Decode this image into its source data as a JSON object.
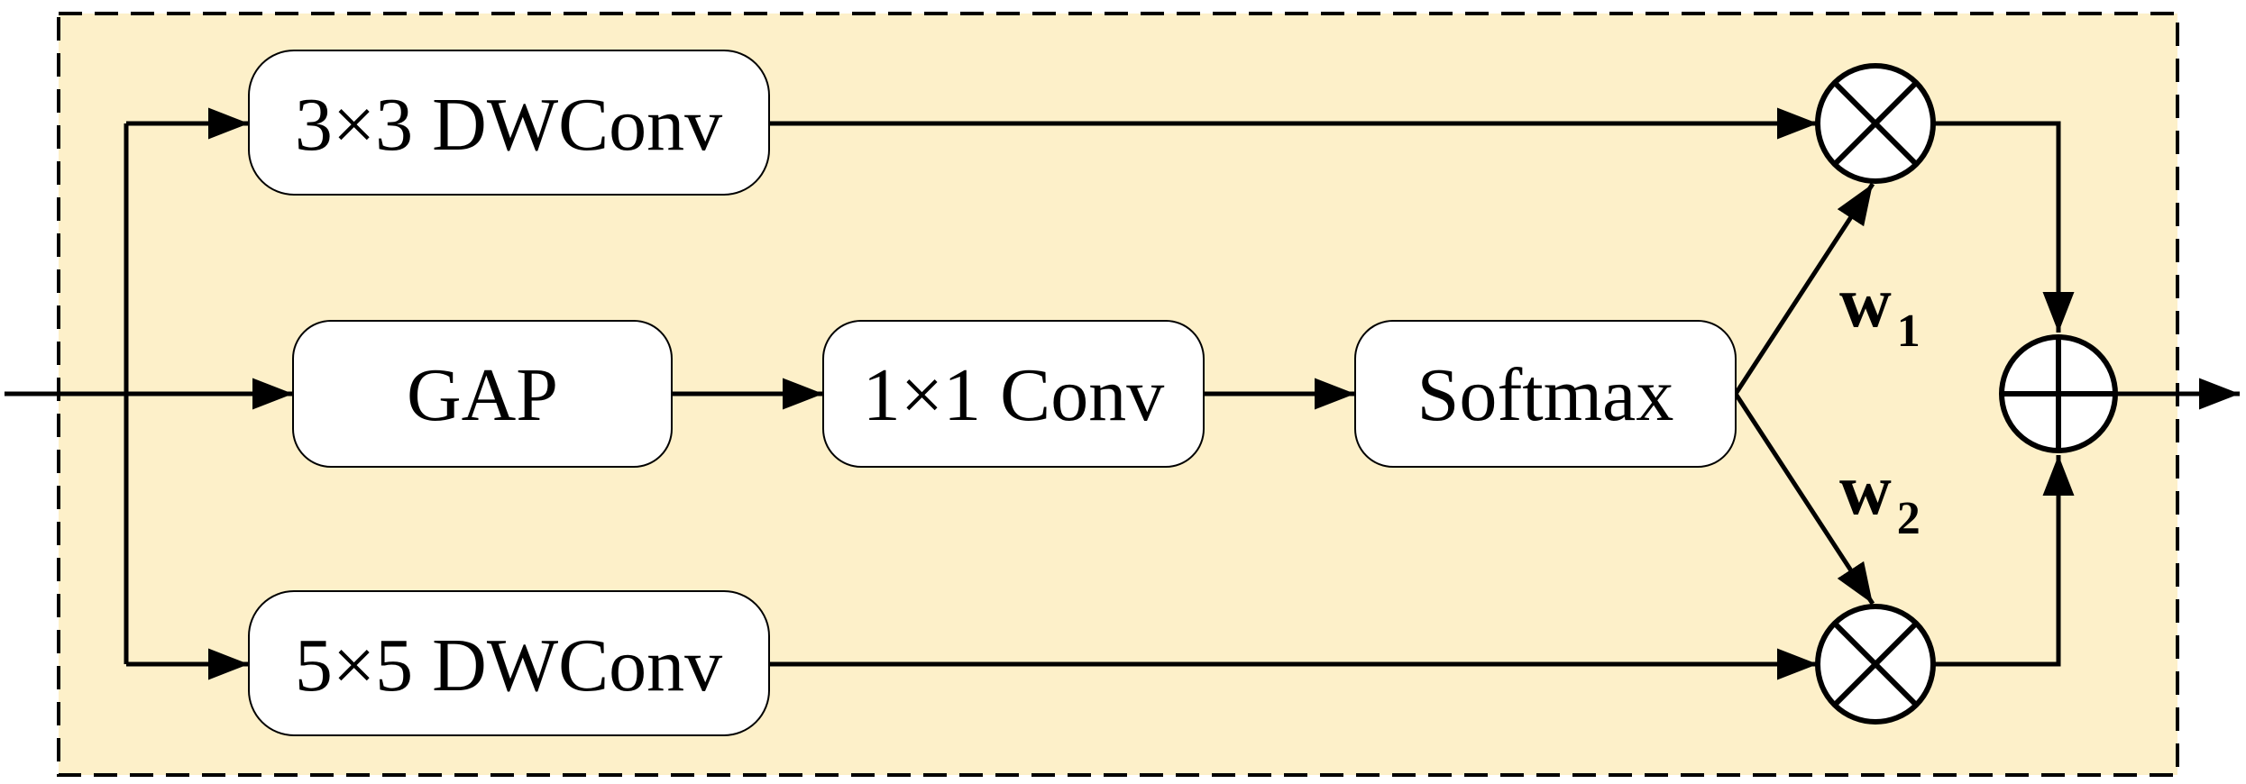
{
  "diagram": {
    "boxes": {
      "dwconv3": "3×3 DWConv",
      "gap": "GAP",
      "conv1": "1×1 Conv",
      "softmax": "Softmax",
      "dwconv5": "5×5 DWConv"
    },
    "weights": {
      "w1_main": "w",
      "w1_sub": "1",
      "w2_main": "w",
      "w2_sub": "2"
    },
    "operators": {
      "multiply_top": "multiply-icon",
      "multiply_bottom": "multiply-icon",
      "add": "add-icon"
    },
    "colors": {
      "module_background": "#fdf0c9",
      "border": "#000000",
      "box_fill": "#ffffff"
    }
  }
}
